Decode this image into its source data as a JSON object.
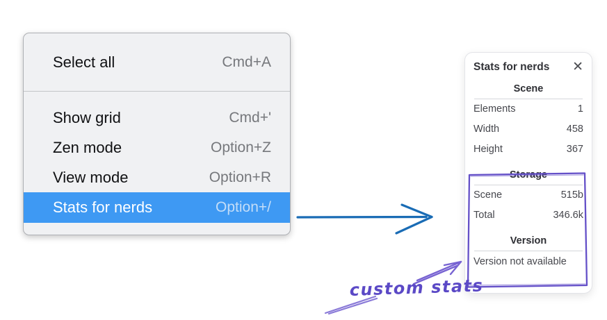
{
  "context_menu": {
    "sections": [
      {
        "items": [
          {
            "label": "Select all",
            "shortcut": "Cmd+A",
            "selected": false
          }
        ]
      },
      {
        "items": [
          {
            "label": "Show grid",
            "shortcut": "Cmd+'",
            "selected": false
          },
          {
            "label": "Zen mode",
            "shortcut": "Option+Z",
            "selected": false
          },
          {
            "label": "View mode",
            "shortcut": "Option+R",
            "selected": false
          },
          {
            "label": "Stats for nerds",
            "shortcut": "Option+/",
            "selected": true
          }
        ]
      }
    ]
  },
  "stats_panel": {
    "title": "Stats for nerds",
    "close_icon": "✕",
    "sections": [
      {
        "title": "Scene",
        "rows": [
          {
            "label": "Elements",
            "value": "1"
          },
          {
            "label": "Width",
            "value": "458"
          },
          {
            "label": "Height",
            "value": "367"
          }
        ]
      },
      {
        "title": "Storage",
        "rows": [
          {
            "label": "Scene",
            "value": "515b"
          },
          {
            "label": "Total",
            "value": "346.6k"
          }
        ]
      },
      {
        "title": "Version",
        "note": "Version not available"
      }
    ]
  },
  "annotations": {
    "custom_stats_label": "custom stats"
  },
  "colors": {
    "menu_highlight": "#3e99f3",
    "menu_background": "#f0f1f3",
    "arrow_blue": "#1a6cb5",
    "sketch_purple": "#6450c8",
    "sketch_purple_light": "#8a7ad8"
  }
}
